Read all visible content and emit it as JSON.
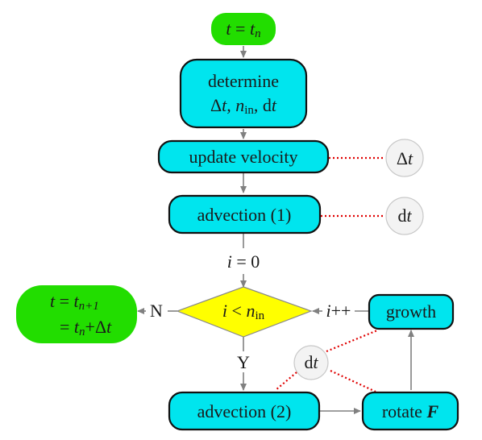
{
  "nodes": {
    "start": {
      "var": "t",
      "eq": " = ",
      "rhs": "t",
      "sub": "n"
    },
    "determine": {
      "line1": "determine",
      "delta": "Δ",
      "t": "t",
      "comma1": ",  ",
      "n": "n",
      "nsub": "in",
      "comma2": ", d",
      "t2": "t"
    },
    "update_velocity": {
      "label": "update velocity"
    },
    "advection1": {
      "label": "advection (1)"
    },
    "advection2": {
      "label": "advection (2)"
    },
    "rotate": {
      "label": "rotate ",
      "var": "F"
    },
    "growth": {
      "label": "growth"
    },
    "decision": {
      "i": "i",
      "lt": " < ",
      "n": "n",
      "sub": "in"
    },
    "end": {
      "line1_var": "t",
      "line1_eq": " = ",
      "line1_t": "t",
      "line1_sub": "n+1",
      "line2_eq": "= ",
      "line2_t": "t",
      "line2_sub": "n",
      "line2_plus": "+Δ",
      "line2_t2": "t"
    }
  },
  "parameters": [
    {
      "prefix": "Δ",
      "var": "t"
    },
    {
      "prefix": "d",
      "var": "t"
    },
    {
      "prefix": "d",
      "var": "t"
    }
  ],
  "edge_labels": {
    "init": {
      "var": "i",
      "rest": " = 0"
    },
    "no": "N",
    "yes": "Y",
    "increment": {
      "var": "i",
      "rest": "++"
    }
  },
  "colors": {
    "process_fill": "#00e5ee",
    "terminal_fill": "#22dd00",
    "decision_fill": "#ffff00",
    "parameter_fill": "#f3f3f3",
    "dotted_link": "#e00000",
    "arrow": "#808080"
  }
}
